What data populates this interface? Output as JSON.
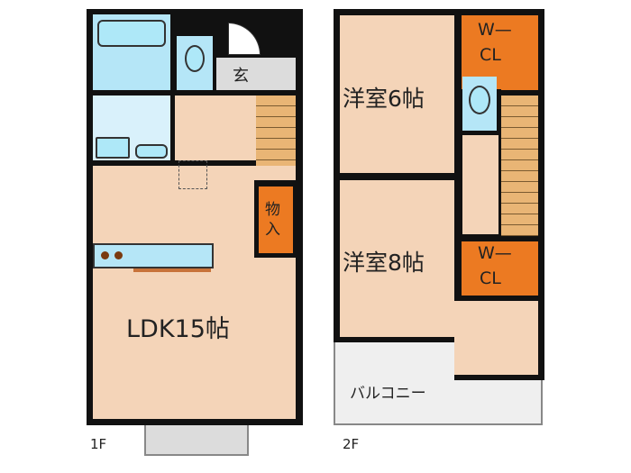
{
  "floor1": {
    "label": "1F",
    "rooms": {
      "entrance": "玄",
      "storage": "物入",
      "ldk": "LDK15帖"
    }
  },
  "floor2": {
    "label": "2F",
    "rooms": {
      "room6": "洋室6帖",
      "room8": "洋室8帖",
      "closet1_line1": "W—",
      "closet1_line2": "CL",
      "closet2_line1": "W—",
      "closet2_line2": "CL",
      "balcony": "バルコニー"
    }
  },
  "colors": {
    "wall": "#111111",
    "room": "#f4d4b8",
    "wet": "#b5e6f7",
    "storage": "#ec7a22",
    "stairs": "#e9b575"
  }
}
